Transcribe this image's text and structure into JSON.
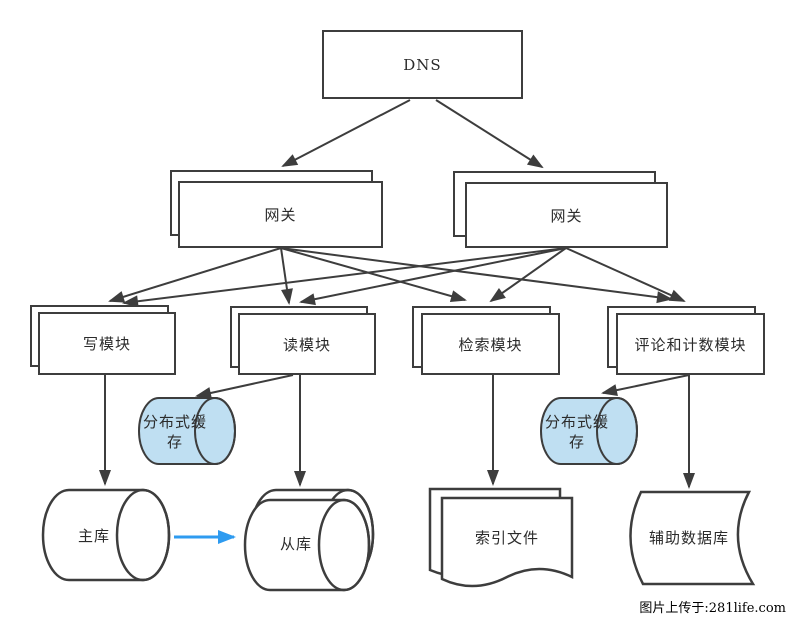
{
  "diagram": {
    "nodes": {
      "dns": {
        "label": "DNS",
        "shape": "box"
      },
      "gateway_left": {
        "label": "网关",
        "shape": "stacked-box"
      },
      "gateway_right": {
        "label": "网关",
        "shape": "stacked-box"
      },
      "module_write": {
        "label": "写模块",
        "shape": "stacked-box"
      },
      "module_read": {
        "label": "读模块",
        "shape": "stacked-box"
      },
      "module_search": {
        "label": "检索模块",
        "shape": "stacked-box"
      },
      "module_comment": {
        "label": "评论和计数模块",
        "shape": "stacked-box"
      },
      "cache_left": {
        "label": "分布式缓存",
        "shape": "horizontal-cylinder",
        "fill": "#bfdff2"
      },
      "cache_right": {
        "label": "分布式缓存",
        "shape": "horizontal-cylinder",
        "fill": "#bfdff2"
      },
      "db_master": {
        "label": "主库",
        "shape": "horizontal-cylinder",
        "fill": "#ffffff"
      },
      "db_slave": {
        "label": "从库",
        "shape": "stacked-horizontal-cylinder",
        "fill": "#ffffff"
      },
      "index_file": {
        "label": "索引文件",
        "shape": "stacked-document",
        "fill": "#ffffff"
      },
      "db_auxiliary": {
        "label": "辅助数据库",
        "shape": "stored-data",
        "fill": "#ffffff"
      }
    },
    "edges": [
      {
        "from": "dns",
        "to": "gateway_left"
      },
      {
        "from": "dns",
        "to": "gateway_right"
      },
      {
        "from": "gateway_left",
        "to": "module_write"
      },
      {
        "from": "gateway_left",
        "to": "module_read"
      },
      {
        "from": "gateway_left",
        "to": "module_search"
      },
      {
        "from": "gateway_left",
        "to": "module_comment"
      },
      {
        "from": "gateway_right",
        "to": "module_write"
      },
      {
        "from": "gateway_right",
        "to": "module_read"
      },
      {
        "from": "gateway_right",
        "to": "module_search"
      },
      {
        "from": "gateway_right",
        "to": "module_comment"
      },
      {
        "from": "module_write",
        "to": "db_master"
      },
      {
        "from": "module_read",
        "to": "cache_left"
      },
      {
        "from": "module_read",
        "to": "db_slave"
      },
      {
        "from": "module_search",
        "to": "index_file"
      },
      {
        "from": "module_comment",
        "to": "cache_right"
      },
      {
        "from": "module_comment",
        "to": "db_auxiliary"
      },
      {
        "from": "db_master",
        "to": "db_slave",
        "type": "replication"
      }
    ],
    "colors": {
      "stroke": "#3d3d3d",
      "node_fill": "#ffffff",
      "cache_fill": "#bfdff2",
      "replication_arrow": "#2e9bf0",
      "text": "#2b2b2b"
    }
  },
  "watermark": {
    "text": "图片上传于:281life.com"
  }
}
